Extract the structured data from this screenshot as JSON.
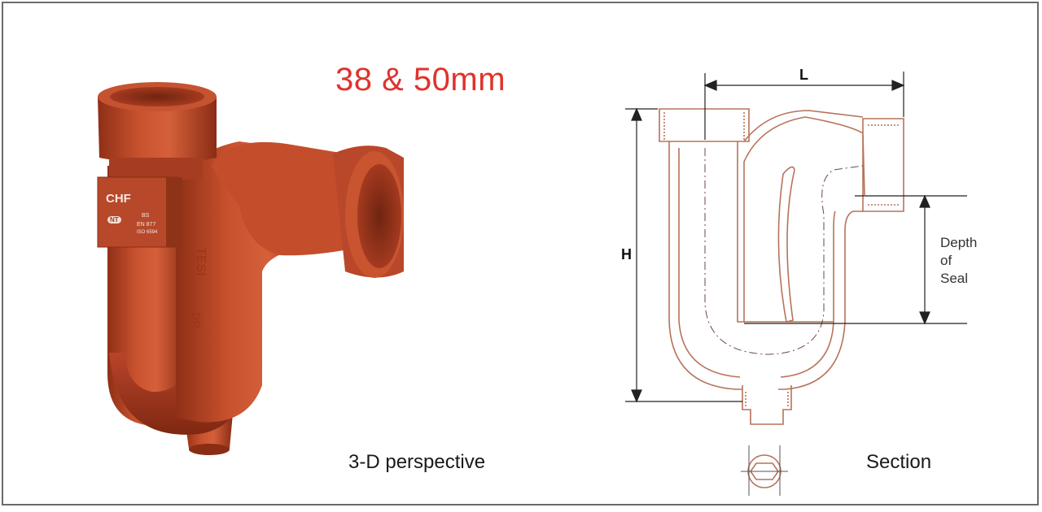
{
  "heading": "38 & 50mm",
  "perspective_caption": "3-D perspective",
  "section_caption": "Section",
  "badge": {
    "brand": "CHF",
    "mark": "NT",
    "lines": [
      "BS",
      "EN 877",
      "ISO 6594"
    ]
  },
  "dimensions": {
    "length": "L",
    "height": "H",
    "seal_line1": "Depth",
    "seal_line2": "of",
    "seal_line3": "Seal"
  },
  "colors": {
    "heading": "#e0322c",
    "pipe": "#c0482a",
    "drawing_line": "#b7735a"
  }
}
